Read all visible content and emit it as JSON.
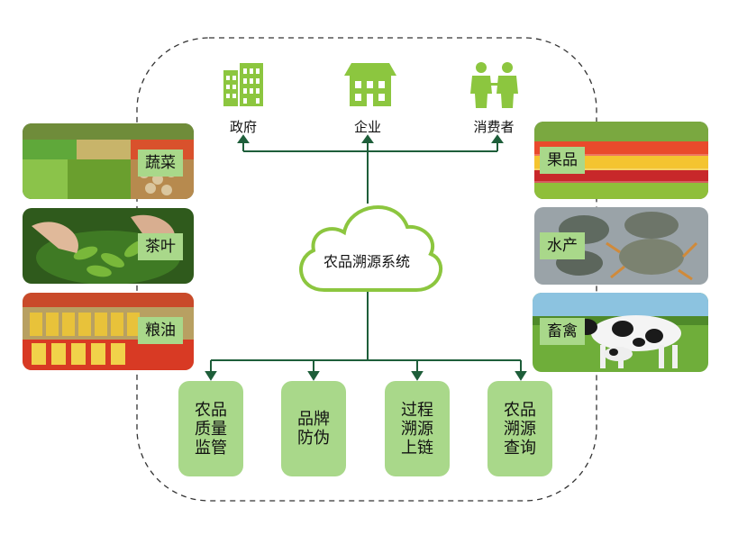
{
  "stakeholders": [
    {
      "label": "政府",
      "icon": "government-building-icon"
    },
    {
      "label": "企业",
      "icon": "enterprise-house-icon"
    },
    {
      "label": "消费者",
      "icon": "consumers-people-icon"
    }
  ],
  "center": {
    "label": "农品溯源系统",
    "icon": "cloud-icon"
  },
  "functions": [
    {
      "label": "农品质量监管"
    },
    {
      "label": "品牌防伪"
    },
    {
      "label": "过程溯源上链"
    },
    {
      "label": "农品溯源查询"
    }
  ],
  "left_categories": [
    {
      "label": "蔬菜"
    },
    {
      "label": "茶叶"
    },
    {
      "label": "粮油"
    }
  ],
  "right_categories": [
    {
      "label": "果品"
    },
    {
      "label": "水产"
    },
    {
      "label": "畜禽"
    }
  ],
  "colors": {
    "accent_green": "#8cc63f",
    "box_green": "#a9d88a",
    "connector_green": "#1e5e3a",
    "dashed_border": "#333333"
  }
}
